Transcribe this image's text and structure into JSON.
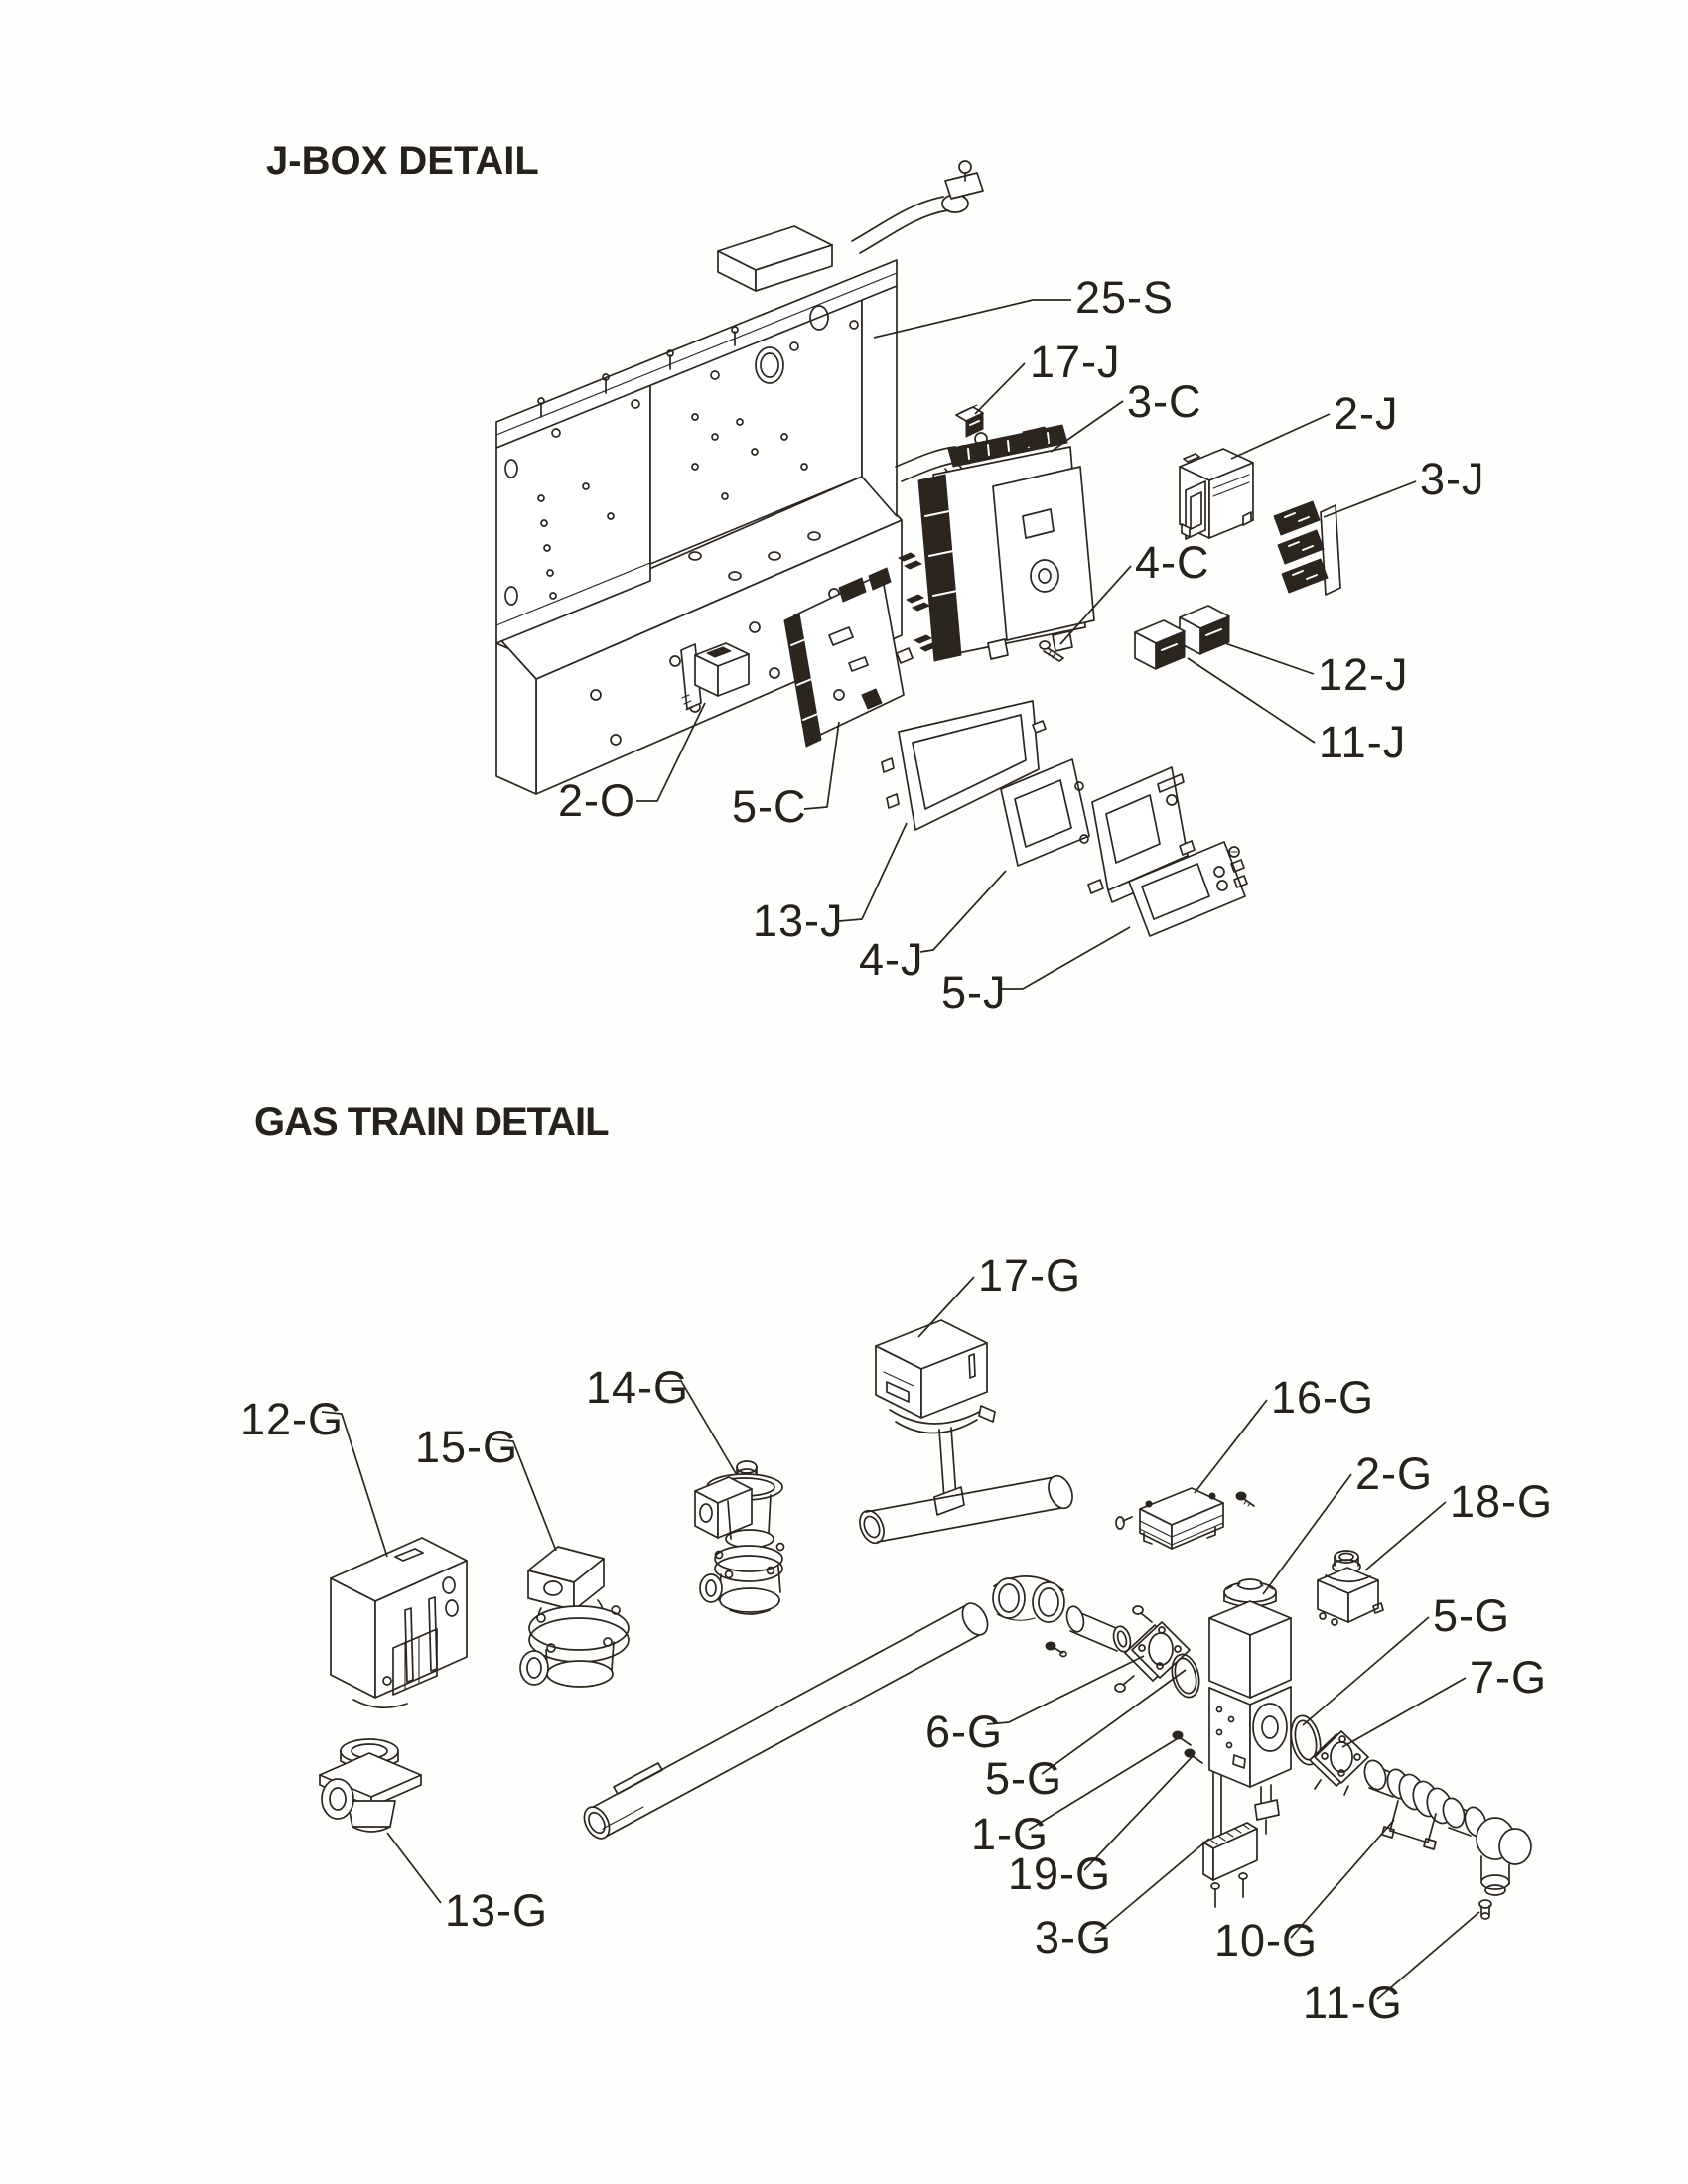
{
  "page": {
    "background": "#fefefd",
    "ink_color": "#2c251e"
  },
  "sections": [
    {
      "id": "jbox",
      "title": "J-BOX DETAIL",
      "labels": [
        {
          "text": "25-S"
        },
        {
          "text": "17-J"
        },
        {
          "text": "3-C"
        },
        {
          "text": "2-J"
        },
        {
          "text": "3-J"
        },
        {
          "text": "4-C"
        },
        {
          "text": "12-J"
        },
        {
          "text": "11-J"
        },
        {
          "text": "2-O"
        },
        {
          "text": "5-C"
        },
        {
          "text": "13-J"
        },
        {
          "text": "4-J"
        },
        {
          "text": "5-J"
        }
      ]
    },
    {
      "id": "gas-train",
      "title": "GAS TRAIN DETAIL",
      "labels": [
        {
          "text": "17-G"
        },
        {
          "text": "14-G"
        },
        {
          "text": "12-G"
        },
        {
          "text": "15-G"
        },
        {
          "text": "16-G"
        },
        {
          "text": "2-G"
        },
        {
          "text": "18-G"
        },
        {
          "text": "5-G"
        },
        {
          "text": "7-G"
        },
        {
          "text": "6-G"
        },
        {
          "text": "5-G"
        },
        {
          "text": "1-G"
        },
        {
          "text": "19-G"
        },
        {
          "text": "3-G"
        },
        {
          "text": "10-G"
        },
        {
          "text": "13-G"
        },
        {
          "text": "11-G"
        }
      ]
    }
  ]
}
